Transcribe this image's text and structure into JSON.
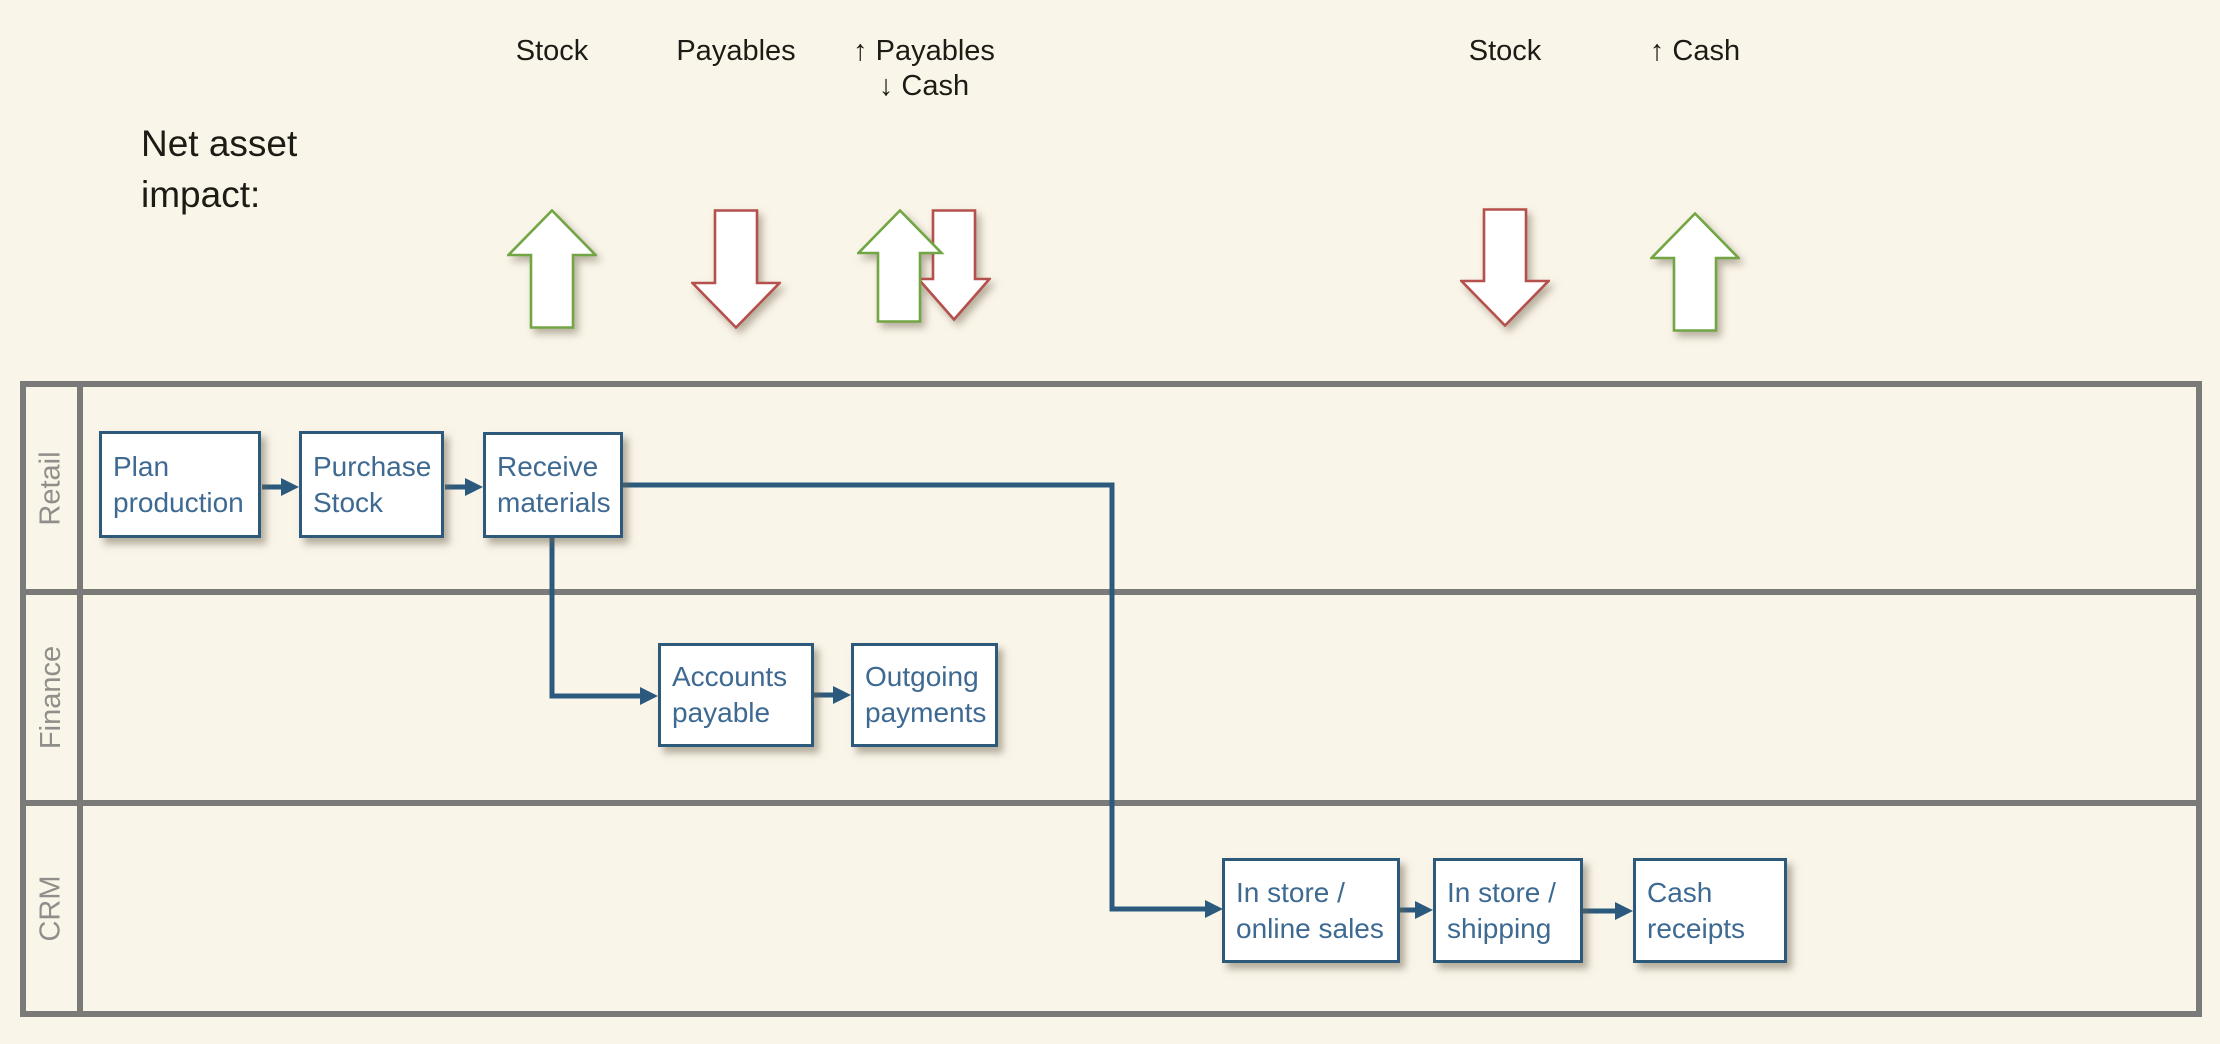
{
  "title": "Net asset\nimpact:",
  "impact_columns": [
    {
      "label": "Stock",
      "arrows": [
        "up"
      ]
    },
    {
      "label": "Payables",
      "arrows": [
        "down"
      ]
    },
    {
      "label": "↑ Payables\n↓ Cash",
      "arrows": [
        "up",
        "down"
      ]
    },
    {
      "label": "Stock",
      "arrows": [
        "down"
      ]
    },
    {
      "label": "↑ Cash",
      "arrows": [
        "up"
      ]
    }
  ],
  "swimlane": {
    "lanes": [
      {
        "label": "Retail"
      },
      {
        "label": "Finance"
      },
      {
        "label": "CRM"
      }
    ]
  },
  "nodes": {
    "plan_production": "Plan\nproduction",
    "purchase_stock": "Purchase\nStock",
    "receive_materials": "Receive\nmaterials",
    "accounts_payable": "Accounts\npayable",
    "outgoing_payments": "Outgoing\npayments",
    "in_store_online_sales": "In store /\nonline sales",
    "in_store_shipping": "In store /\nshipping",
    "cash_receipts": "Cash\nreceipts"
  },
  "colors": {
    "background": "#faf5e9",
    "title_text": "#1c1b16",
    "lane_border": "#7a7a78",
    "lane_label": "#8f8e8a",
    "node_border": "#2d5a7b",
    "node_text": "#3e6a92",
    "node_fill": "#ffffff",
    "connector": "#2b5a7e",
    "increase_arrow": "#72a644",
    "decrease_arrow": "#b5504c"
  }
}
